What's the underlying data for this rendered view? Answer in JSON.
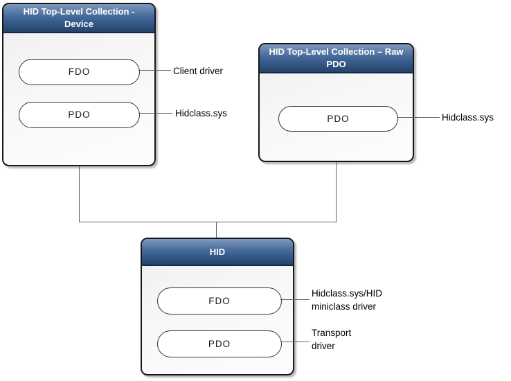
{
  "colors": {
    "header_top": "#7e99bb",
    "header_mid": "#44699a",
    "header_bottom": "#24436b",
    "header_separator": "#16294a",
    "node_border": "#171717",
    "body_top": "#eeeeee",
    "body_bottom": "#fdfdfd",
    "pill_border": "#333333",
    "pill_fill": "#ffffff",
    "connector": "#606060",
    "header_text": "#ffffff",
    "label_text": "#000000"
  },
  "boxes": {
    "device": {
      "title": "HID Top-Level Collection -\nDevice",
      "pills": [
        {
          "label": "FDO",
          "callout": "Client driver"
        },
        {
          "label": "PDO",
          "callout": "Hidclass.sys"
        }
      ]
    },
    "raw_pdo": {
      "title": "HID Top-Level Collection – Raw\nPDO",
      "pills": [
        {
          "label": "PDO",
          "callout": "Hidclass.sys"
        }
      ]
    },
    "hid": {
      "title": "HID",
      "pills": [
        {
          "label": "FDO",
          "callout": "Hidclass.sys/HID\nminiclass driver"
        },
        {
          "label": "PDO",
          "callout": "Transport\ndriver"
        }
      ]
    }
  }
}
